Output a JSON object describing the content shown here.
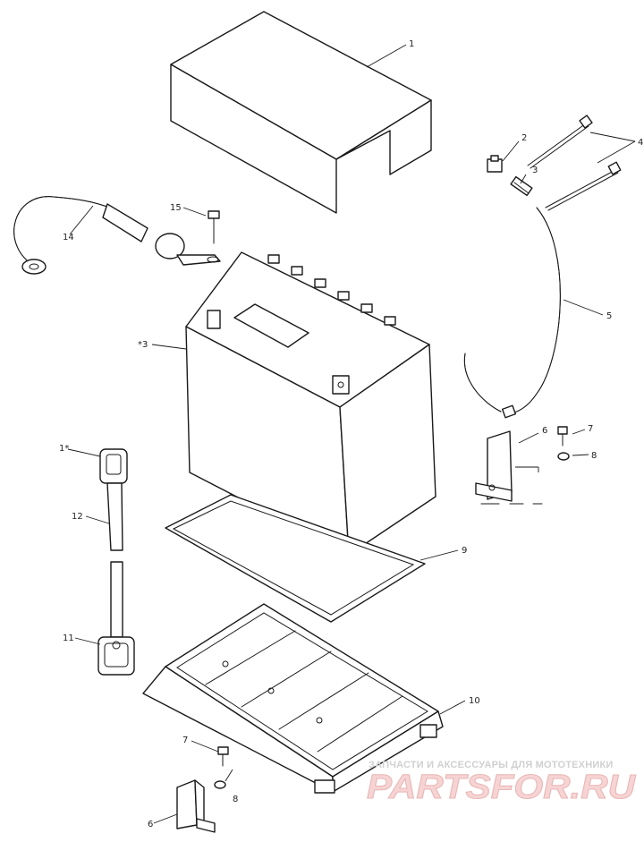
{
  "callouts": {
    "c1": "1",
    "c2": "2",
    "c3": "3",
    "c4": "4",
    "c5": "5",
    "c6a": "6",
    "c7a": "7",
    "c8a": "8",
    "c9a": "9",
    "c10": "10",
    "c11": "11",
    "c12": "12",
    "c13": "*3",
    "c14": "14",
    "c15": "15",
    "c1b": "1*",
    "c7b": "7",
    "c8b": "8",
    "c6b": "6"
  },
  "watermark": {
    "tagline": "ЗАПЧАСТИ И АКСЕССУАРЫ ДЛЯ МОТОТЕХНИКИ",
    "logo": "PARTSFOR.RU"
  },
  "colors": {
    "line": "#1a1a1a",
    "watermark_text": "#d0d0d0",
    "watermark_logo": "#f7d4d4"
  }
}
